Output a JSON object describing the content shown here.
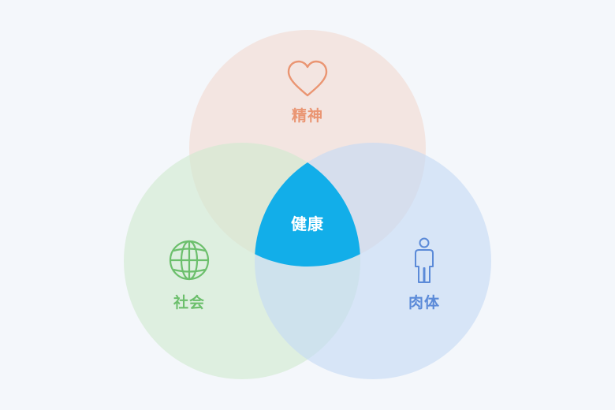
{
  "diagram": {
    "center": {
      "label": "健康",
      "color": "#12aee9",
      "text_color": "#ffffff"
    },
    "circles": [
      {
        "key": "mental",
        "label": "精神",
        "icon": "heart-icon",
        "fill": "#f2dcd2",
        "text_color": "#ea9572"
      },
      {
        "key": "social",
        "label": "社会",
        "icon": "globe-icon",
        "fill": "#cfeacf",
        "text_color": "#6cbf6c"
      },
      {
        "key": "physical",
        "label": "肉体",
        "icon": "person-icon",
        "fill": "#c3d8f5",
        "text_color": "#5b8ad8"
      }
    ]
  }
}
